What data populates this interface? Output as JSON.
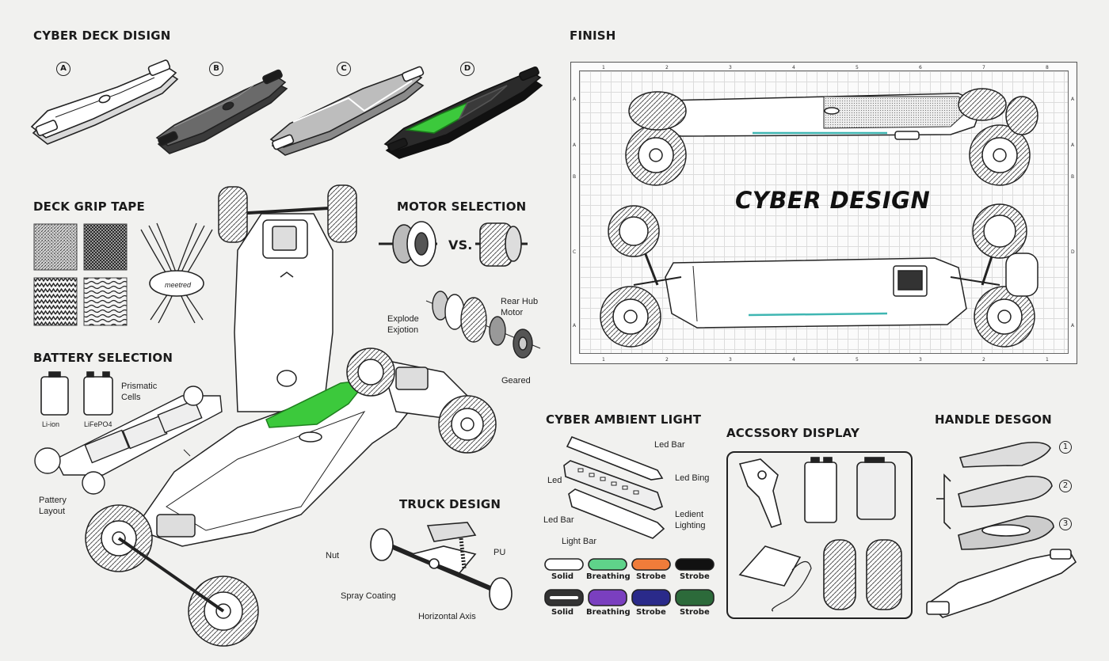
{
  "headings": {
    "deck_design": "CYBER DECK DISIGN",
    "finish": "FINISH",
    "grip_tape": "DECK GRIP TAPE",
    "motor": "MOTOR SELECTION",
    "battery": "BATTERY SELECTION",
    "truck": "TRUCK DESIGN",
    "ambient": "CYBER AMBIENT LIGHT",
    "accessory": "ACCSSORY DISPLAY",
    "handle": "HANDLE DESGON"
  },
  "deck_options": [
    "A",
    "B",
    "C",
    "D"
  ],
  "finish_panel": {
    "title_text": "CYBER DESIGN",
    "col_ticks_top": [
      "1",
      "2",
      "3",
      "4",
      "5",
      "6",
      "7",
      "8"
    ],
    "col_ticks_bottom": [
      "1",
      "2",
      "3",
      "4",
      "5",
      "3",
      "2",
      "1"
    ],
    "row_ticks_left": [
      "A",
      "A",
      "B",
      "C",
      "A"
    ],
    "row_ticks_right": [
      "A",
      "A",
      "B",
      "D",
      "A"
    ]
  },
  "grip_logo": "meetred",
  "motor": {
    "vs": "VS.",
    "explode_label": "Explode\nExjotion",
    "rear_hub_label": "Rear Hub\nMotor",
    "geared_label": "Geared"
  },
  "battery": {
    "cell1": "Li-ion",
    "cell2": "LiFePO4",
    "prismatic": "Prismatic\nCells",
    "layout": "Pattery\nLayout"
  },
  "truck": {
    "nut": "Nut",
    "pu": "PU",
    "spray": "Spray Coating",
    "axis": "Horizontal Axis"
  },
  "ambient": {
    "led_bar_top": "Led Bar",
    "led": "Led",
    "led_bing": "Led Bing",
    "ledient": "Ledient\nLighting",
    "led_bar_mid": "Led Bar",
    "light_bar": "Light Bar",
    "modes_row1": [
      "Solid",
      "Breathing",
      "Strobe",
      "Strobe"
    ],
    "modes_row2": [
      "Solid",
      "Breathing",
      "Strobe",
      "Strobe"
    ]
  },
  "handle_options": [
    "1",
    "2",
    "3"
  ],
  "colors": {
    "accent_green": "#3cc93c",
    "ink": "#1b1b1b",
    "led_cyan": "#3fb6b2",
    "background": "#f1f1ef"
  }
}
